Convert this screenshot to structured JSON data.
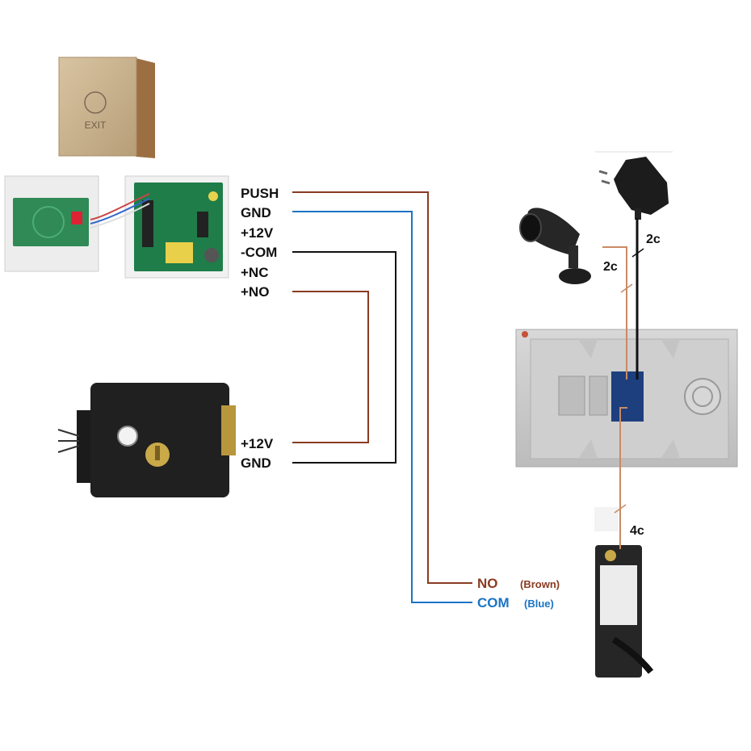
{
  "exit_button": {
    "text": "EXIT"
  },
  "controller_terminals": [
    "PUSH",
    "GND",
    "+12V",
    "-COM",
    "+NC",
    "+NO"
  ],
  "lock_terminals": [
    "+12V",
    "GND"
  ],
  "outdoor_station_signals": {
    "no": {
      "label": "NO",
      "note": "(Brown)"
    },
    "com": {
      "label": "COM",
      "note": "(Blue)"
    }
  },
  "cable_counts": {
    "adapter": "2c",
    "camera": "2c",
    "outdoor_station": "4c"
  },
  "colors": {
    "brown": "#8a3b22",
    "blue": "#1b74c5",
    "black": "#111111",
    "tan": "#c98a64"
  }
}
